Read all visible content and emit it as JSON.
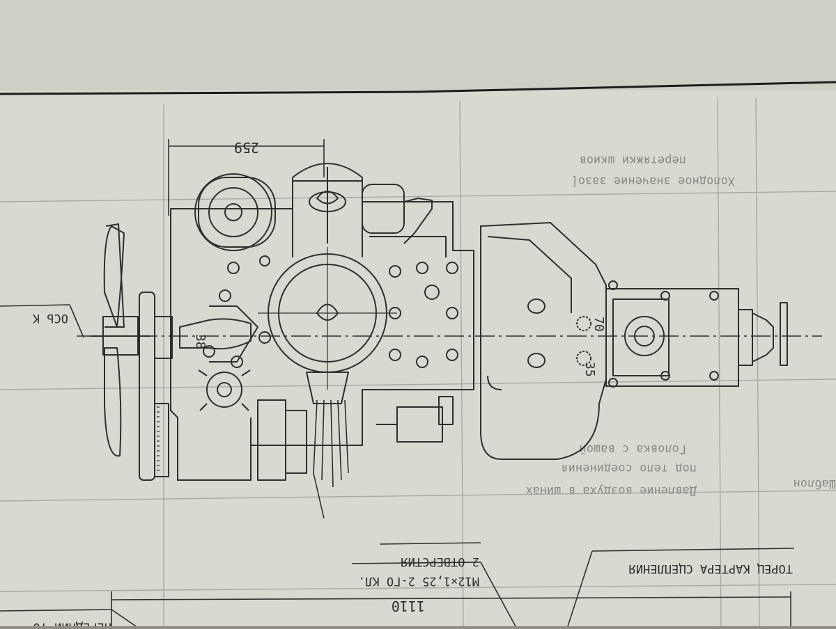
{
  "dimensions": {
    "top_span": "259",
    "bottom_span": "1110",
    "dia_38": "38",
    "dia_70": "70",
    "dia_35": "35"
  },
  "callouts": {
    "holes": "2 ОТВЕРСТИЯ",
    "thread": "М12×1,25 2-ГО КЛ.",
    "clutch_face": "ТОРЕЦ КАРТЕРА СЦЕПЛЕНИЯ",
    "axis": "ОСЬ К",
    "front": "ПЕРЕДНИЙ ТО"
  },
  "table_fragments": {
    "r1": "перетяжки шкиов",
    "r2": "Холодное значение зазо[",
    "r3": "Шаблон",
    "r4": "Головка с вашой",
    "r5": "под тело соединения",
    "r6": "Давление воздуха в шинах"
  },
  "colors": {
    "paper": "#d9d8d1",
    "ink": "#2e2e2c",
    "faded_ink": "#8a8984",
    "frame": "#1c1c1b",
    "wall": "#8f8d86"
  }
}
